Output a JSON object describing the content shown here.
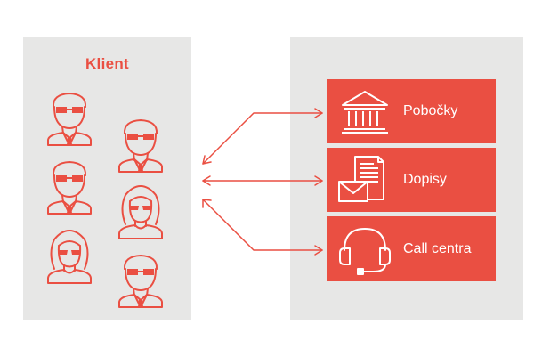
{
  "client": {
    "title": "Klient"
  },
  "channels": [
    {
      "label": "Pobočky",
      "icon": "bank-building-icon"
    },
    {
      "label": "Dopisy",
      "icon": "envelope-letter-icon"
    },
    {
      "label": "Call centra",
      "icon": "headset-icon"
    }
  ],
  "colors": {
    "accent": "#ea4f42",
    "panel": "#e7e7e6",
    "background": "#ffffff"
  }
}
